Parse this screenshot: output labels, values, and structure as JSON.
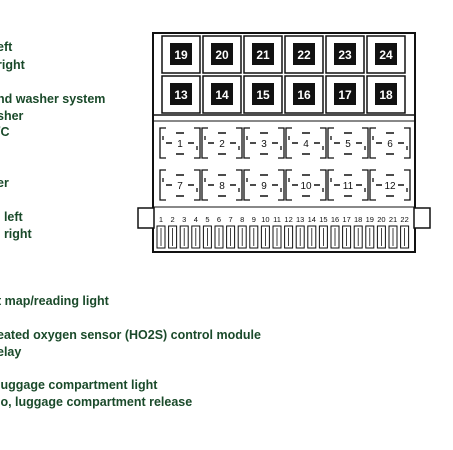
{
  "labels": [
    "eft",
    "right",
    "nd washer system",
    "sher",
    "/C",
    "er",
    ", left",
    ", right",
    "t map/reading light",
    "eated oxygen sensor (HO2S) control module",
    "elay",
    " luggage compartment light",
    "io, luggage compartment release"
  ],
  "relay_top": [
    "19",
    "20",
    "21",
    "22",
    "23",
    "24"
  ],
  "relay_bottom": [
    "13",
    "14",
    "15",
    "16",
    "17",
    "18"
  ],
  "relay_row1": [
    "1",
    "2",
    "3",
    "4",
    "5",
    "6"
  ],
  "relay_row2": [
    "7",
    "8",
    "9",
    "10",
    "11",
    "12"
  ],
  "fuses": [
    "1",
    "2",
    "3",
    "4",
    "5",
    "6",
    "7",
    "8",
    "9",
    "10",
    "11",
    "12",
    "13",
    "14",
    "15",
    "16",
    "17",
    "18",
    "19",
    "20",
    "21",
    "22"
  ],
  "colors": {
    "text": "#1a4a2a",
    "ink": "#111111"
  }
}
